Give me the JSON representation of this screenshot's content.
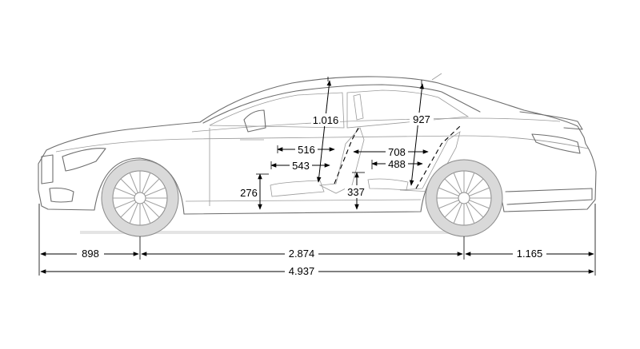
{
  "diagram": {
    "subject": "side-view-dimension-drawing",
    "line_color": "#000000",
    "car_outline_color": "#6e6e6e",
    "wheel_fill_color": "#d9d9d9"
  },
  "dimensions": {
    "front_overhang": "898",
    "wheelbase": "2.874",
    "rear_overhang": "1.165",
    "overall_length": "4.937",
    "front_headroom": "1.016",
    "rear_headroom": "927",
    "front_legroom_upper": "516",
    "front_legroom_lower": "543",
    "rear_legroom_upper": "708",
    "rear_legroom_lower": "488",
    "front_seat_height": "276",
    "rear_seat_height": "337"
  }
}
